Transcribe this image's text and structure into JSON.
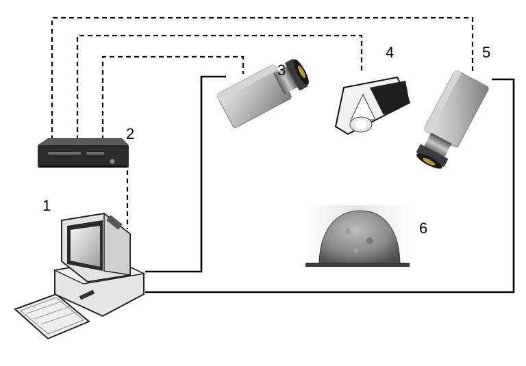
{
  "labels": {
    "computer": "1",
    "controller": "2",
    "camera_left": "3",
    "light_source": "4",
    "camera_right": "5",
    "sample": "6"
  },
  "colors": {
    "line": "#000000",
    "device_dark": "#2b2b2b",
    "camera_body": "#bdbdbd",
    "computer_body": "#e6e6e6"
  }
}
